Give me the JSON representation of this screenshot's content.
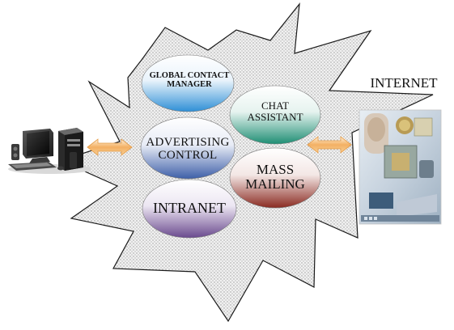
{
  "diagram": {
    "title": "",
    "nodes": {
      "global_contact_manager": "GLOBAL CONTACT\nMANAGER",
      "chat_assistant": "CHAT\nASSISTANT",
      "advertising_control": "ADVERTISING\nCONTROL",
      "mass_mailing": "MASS\nMAILING",
      "intranet": "INTRANET"
    },
    "internet_label": "INTERNET",
    "connections": [
      {
        "from": "computer",
        "to": "hub"
      },
      {
        "from": "hub",
        "to": "internet"
      }
    ]
  },
  "colors": {
    "global_contact_manager": "#2f8fd6",
    "chat_assistant": "#1f8e74",
    "advertising_control": "#3e5fa8",
    "mass_mailing": "#8a2b22",
    "intranet": "#6a4a8e",
    "arrow": "#f3b063",
    "starburst": "#c9c9c9"
  }
}
